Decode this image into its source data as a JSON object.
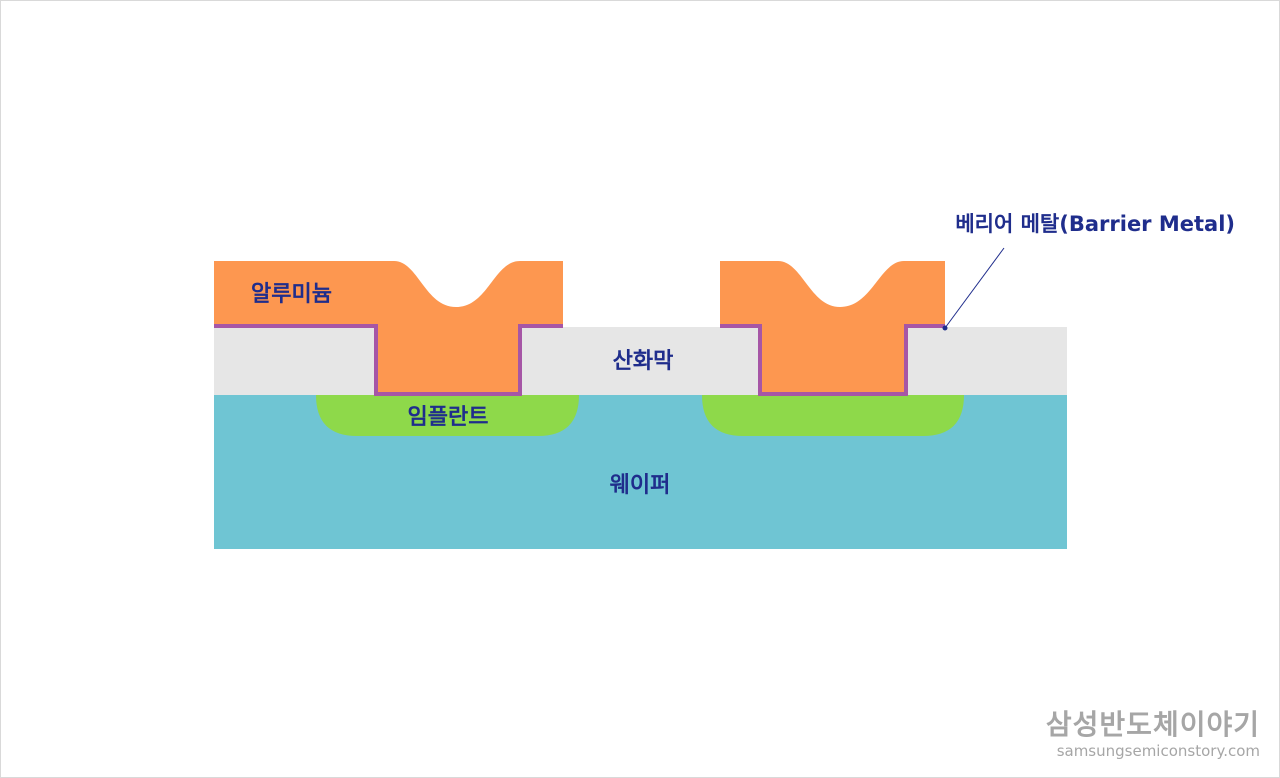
{
  "labels": {
    "aluminum": "알루미늄",
    "oxide": "산화막",
    "implant": "임플란트",
    "wafer": "웨이퍼",
    "barrier_metal": "베리어 메탈(Barrier Metal)"
  },
  "watermark": {
    "title": "삼성반도체이야기",
    "url": "samsungsemiconstory.com"
  },
  "colors": {
    "aluminum": "#fd9750",
    "oxide": "#e6e6e6",
    "implant": "#8ed94a",
    "wafer": "#6fc5d3",
    "barrier_metal": "#a656a6",
    "label_text": "#1f2d8c",
    "watermark": "#a6a6a6"
  }
}
